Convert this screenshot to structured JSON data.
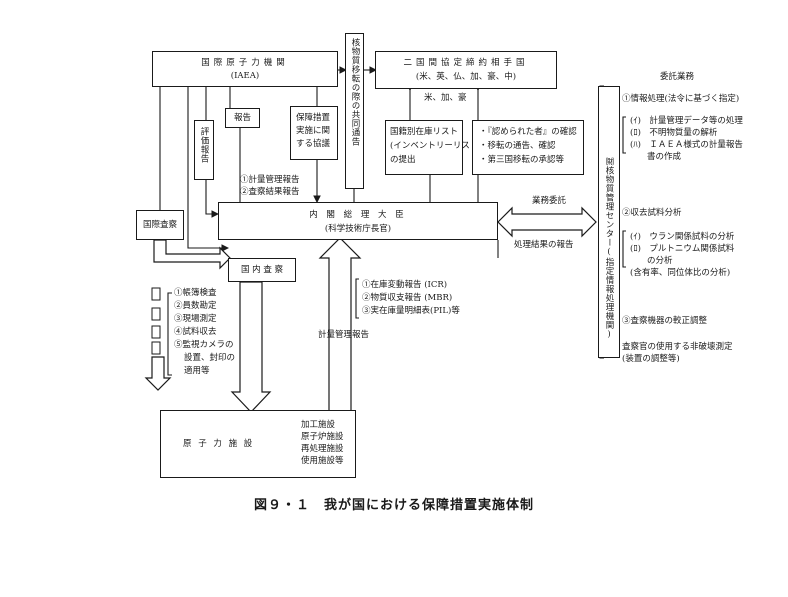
{
  "iaea": {
    "name": "国際原子力機関",
    "abbr": "(IAEA)"
  },
  "joint_notice": "核物質移転の際の共同通告",
  "partners": {
    "name": "二国間協定締約相手国",
    "countries": "(米、英、仏、加、豪、中)"
  },
  "partners_arrow": "米、加、豪",
  "valuation_report": "評価報告",
  "report_box": "報告",
  "safeguards_agreement": [
    "保障措置",
    "実施に関",
    "する協議"
  ],
  "inventory_box": [
    "国籍別在庫リスト",
    "(インベントリーリスト)",
    "の提出"
  ],
  "approval_box": [
    "・『認められた者』の確認",
    "・移転の通告、確認",
    "・第三国移転の承認等"
  ],
  "reports_to_iaea": [
    "①計量管理報告",
    "②査察結果報告"
  ],
  "pm": {
    "name": "内 閣 総 理 大 臣",
    "sub": "(科学技術庁長官)"
  },
  "intl_inspection": "国際査察",
  "domestic_inspection": "国 内 査 察",
  "inspection_items": [
    "①帳簿検査",
    "②員数勘定",
    "③現場測定",
    "④試料収去",
    "⑤監視カメラの",
    "設置、封印の",
    "適用等"
  ],
  "operator_reports": [
    "①在庫変動報告 (ICR)",
    "②物質収支報告 (MBR)",
    "③実在庫量明細表(PIL)等"
  ],
  "accounting_report": "計量管理報告",
  "facility": {
    "name": "原 子 力 施 設",
    "types": [
      "加工施設",
      "原子炉施設",
      "再処理施設",
      "使用施設等"
    ]
  },
  "business_delegation": "業務委託",
  "result_report": "処理結果の報告",
  "center": "㈶核物質管理センター(指定情報処理機関)",
  "delegated": {
    "heading": "委託業務",
    "s1_title": "①情報処理(法令に基づく指定)",
    "s1_items": [
      "(ｲ)　計量管理データ等の処理",
      "(ﾛ)　不明物質量の解析",
      "(ﾊ)　ＩＡＥＡ様式の計量報告",
      "　　書の作成"
    ],
    "s2_title": "②収去試料分析",
    "s2_items": [
      "(ｲ)　ウラン関係試料の分析",
      "(ﾛ)　プルトニウム関係試料",
      "　　の分析",
      "(含有率、同位体比の分析)"
    ],
    "s3_title": "③査察機器の較正調整",
    "s3_items": [
      "査察官の使用する非破壊測定",
      "(装置の調整等)"
    ]
  },
  "caption": "図９・１　我が国における保障措置実施体制"
}
